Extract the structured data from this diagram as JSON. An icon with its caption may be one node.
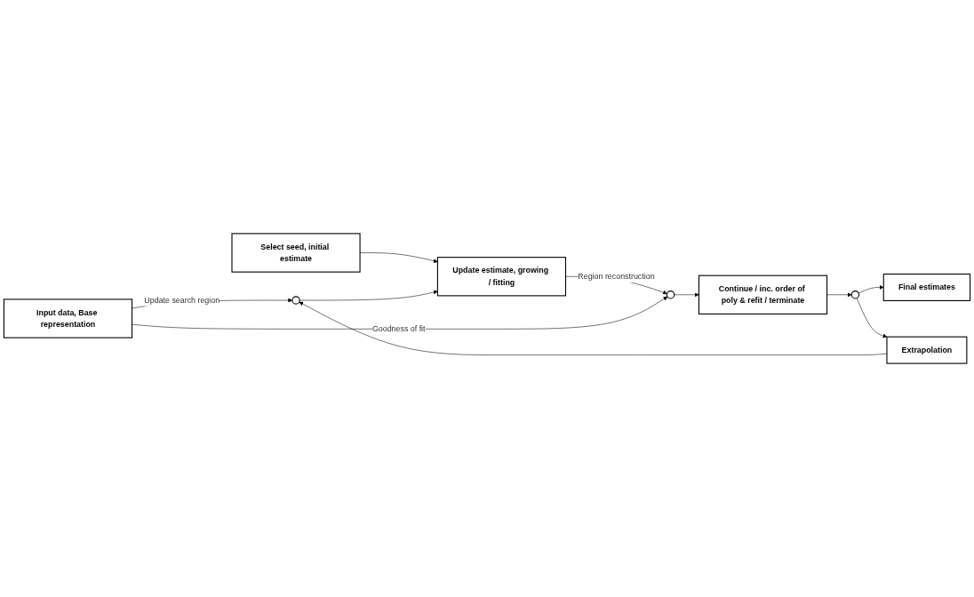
{
  "diagram": {
    "nodes": [
      {
        "text": [
          "Input data, Base representation"
        ]
      },
      {
        "text": [
          "Select seed, initial estimate"
        ]
      },
      {
        "text": [],
        "shape": "circle"
      },
      {
        "text": [
          "Update estimate, growing / fitting"
        ]
      },
      {
        "text": [],
        "shape": "circle"
      },
      {
        "text": [
          "Continue / inc. order of poly & refit / terminate"
        ]
      },
      {
        "text": [],
        "shape": "circle"
      },
      {
        "text": [
          "Final estimates"
        ]
      },
      {
        "text": [
          "Extrapolation"
        ]
      }
    ],
    "edges": [
      {
        "from": 0,
        "to": 2,
        "arrow": "to",
        "label": "Update search region"
      },
      {
        "from": 1,
        "to": 3,
        "arrow": "to"
      },
      {
        "from": 2,
        "to": 3,
        "arrow": "to"
      },
      {
        "from": 3,
        "to": 4,
        "arrow": "to",
        "label": "Region reconstruction"
      },
      {
        "from": 0,
        "to": 4,
        "arrow": "to",
        "label": "Goodness of fit"
      },
      {
        "from": 4,
        "to": 5,
        "arrow": "to"
      },
      {
        "from": 5,
        "to": 6,
        "arrow": "to"
      },
      {
        "from": 6,
        "to": 7,
        "arrow": "to"
      },
      {
        "from": 6,
        "to": 8,
        "arrow": "to"
      },
      {
        "from": 8,
        "to": 2,
        "arrow": "to"
      }
    ]
  }
}
